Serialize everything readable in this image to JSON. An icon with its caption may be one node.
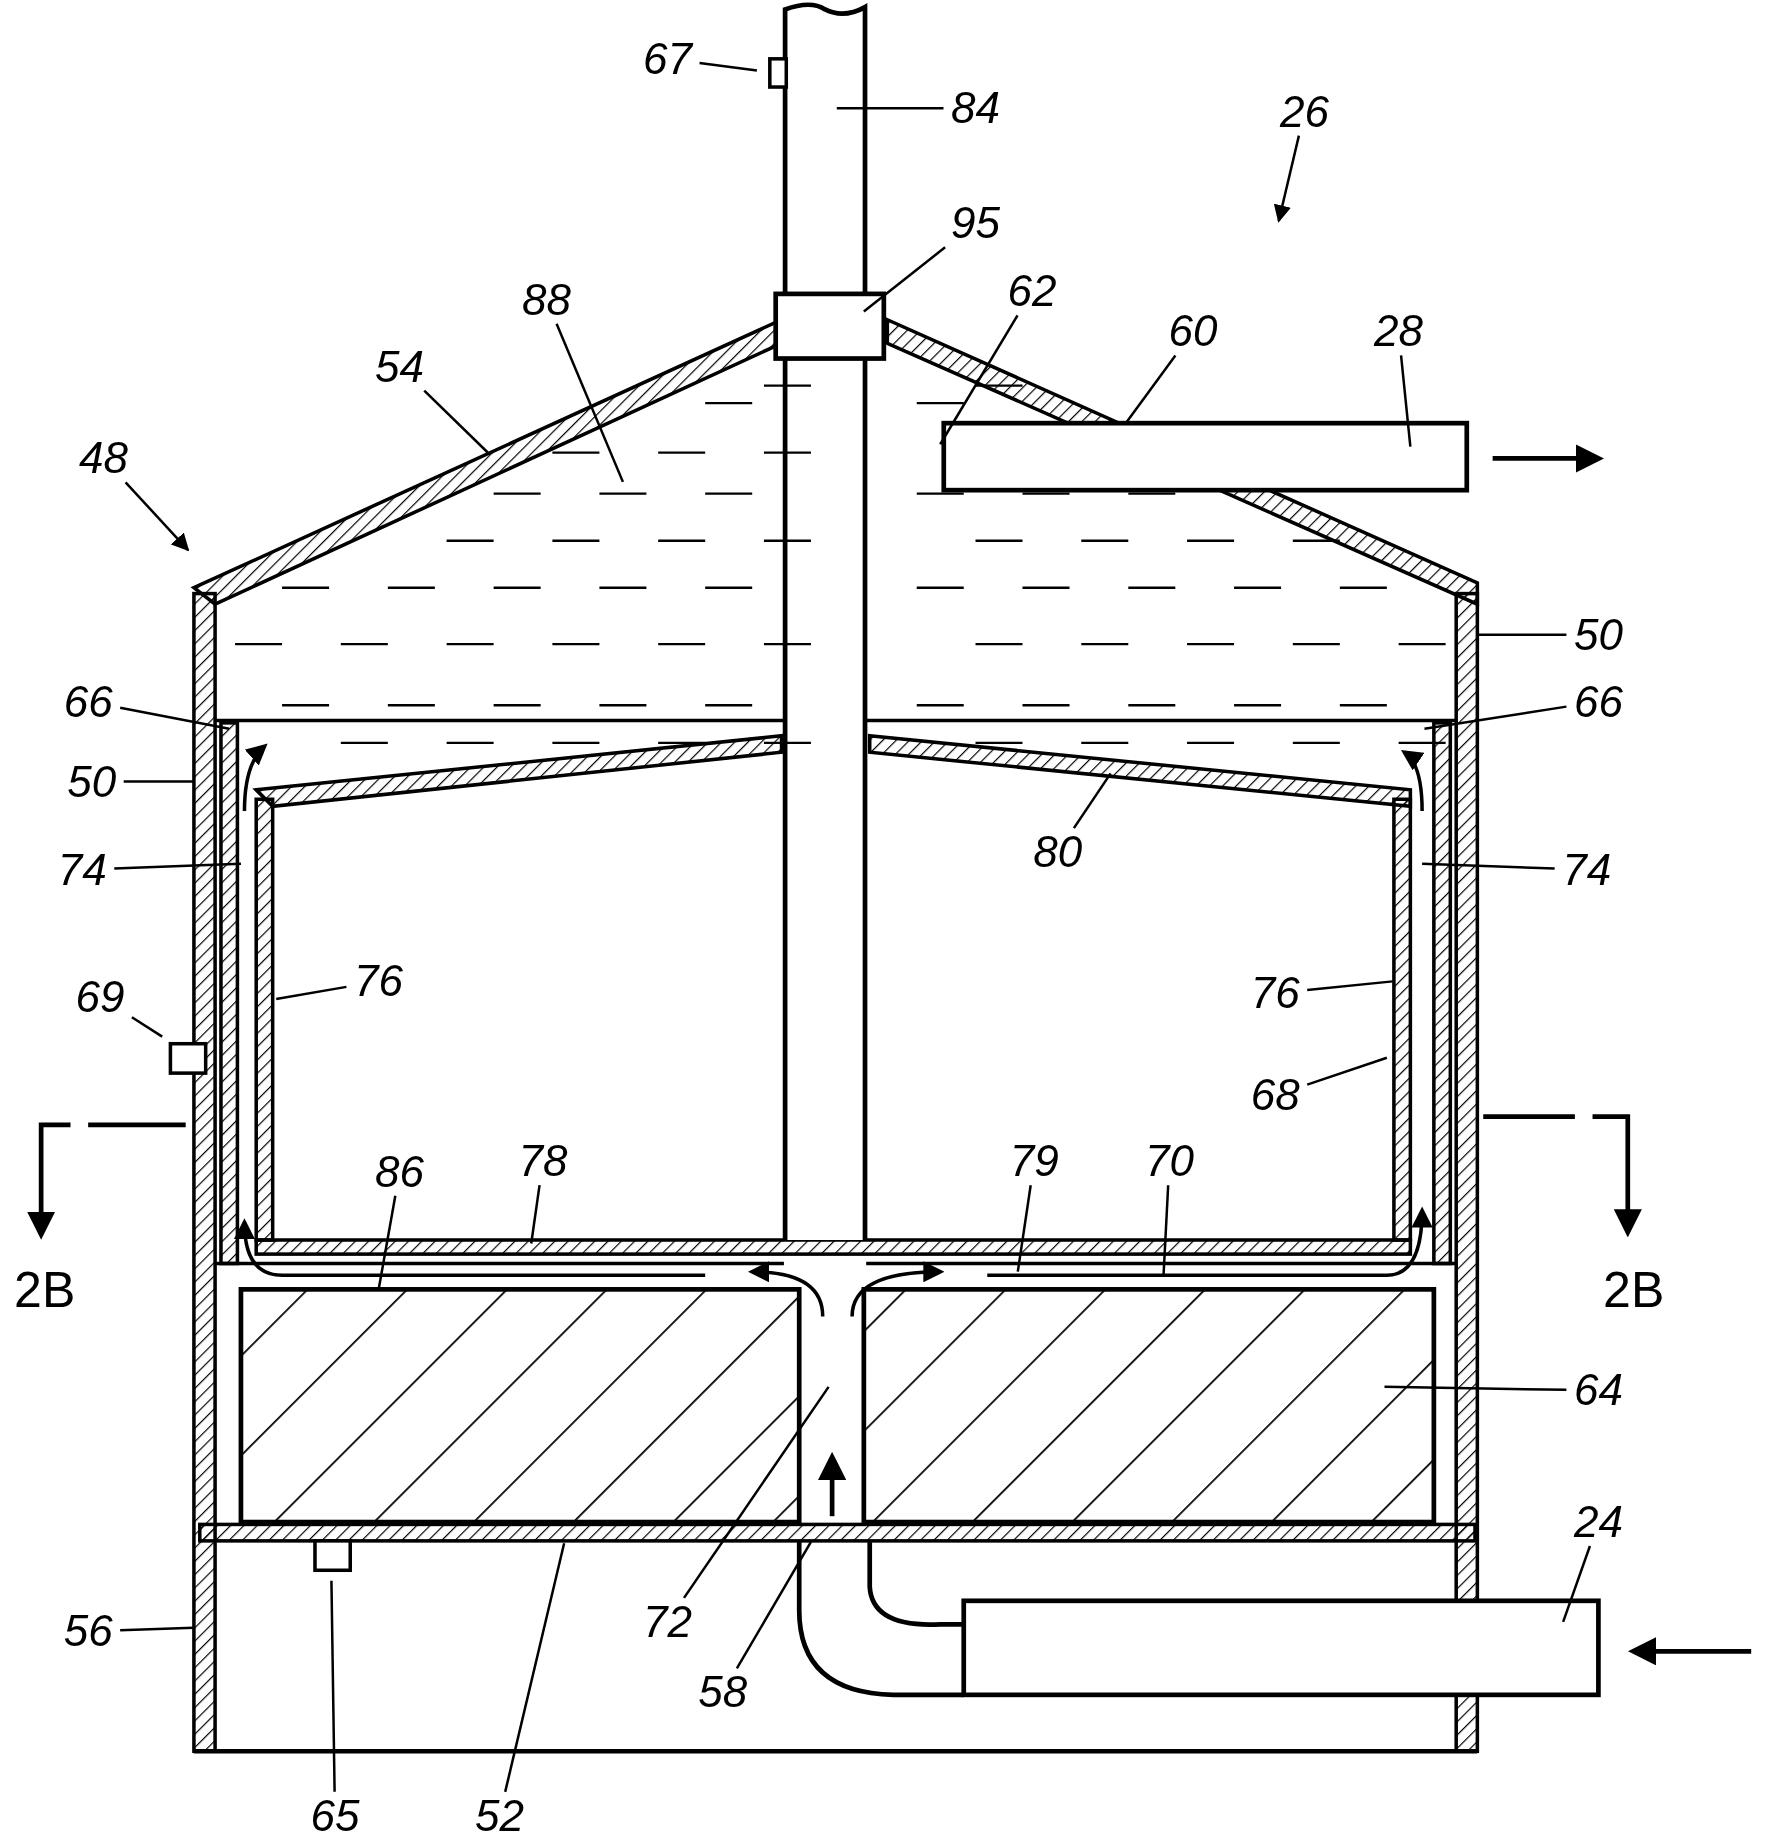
{
  "diagram": {
    "nodes": [
      {
        "text": [
          "67"
        ]
      },
      {
        "text": [
          "84"
        ]
      },
      {
        "text": [
          "26"
        ]
      },
      {
        "text": [
          "95"
        ]
      },
      {
        "text": [
          "88"
        ]
      },
      {
        "text": [
          "62"
        ]
      },
      {
        "text": [
          "60"
        ]
      },
      {
        "text": [
          "28"
        ]
      },
      {
        "text": [
          "54"
        ]
      },
      {
        "text": [
          "48"
        ]
      },
      {
        "text": [
          "50"
        ]
      },
      {
        "text": [
          "66"
        ]
      },
      {
        "text": [
          "66"
        ]
      },
      {
        "text": [
          "50"
        ]
      },
      {
        "text": [
          "74"
        ]
      },
      {
        "text": [
          "80"
        ]
      },
      {
        "text": [
          "74"
        ]
      },
      {
        "text": [
          "76"
        ]
      },
      {
        "text": [
          "76"
        ]
      },
      {
        "text": [
          "69"
        ]
      },
      {
        "text": [
          "68"
        ]
      },
      {
        "text": [
          "86"
        ]
      },
      {
        "text": [
          "78"
        ]
      },
      {
        "text": [
          "79"
        ]
      },
      {
        "text": [
          "70"
        ]
      },
      {
        "text": [
          "64"
        ]
      },
      {
        "text": [
          "24"
        ]
      },
      {
        "text": [
          "72"
        ]
      },
      {
        "text": [
          "56"
        ]
      },
      {
        "text": [
          "58"
        ]
      },
      {
        "text": [
          "65"
        ]
      },
      {
        "text": [
          "52"
        ]
      }
    ],
    "edges": [
      {
        "from": 0,
        "to": null,
        "arrow": "none"
      },
      {
        "from": 1,
        "to": null,
        "arrow": "none"
      },
      {
        "from": 2,
        "to": null,
        "arrow": "to"
      },
      {
        "from": 3,
        "to": null,
        "arrow": "none"
      },
      {
        "from": 4,
        "to": null,
        "arrow": "none"
      },
      {
        "from": 5,
        "to": null,
        "arrow": "none"
      },
      {
        "from": 6,
        "to": null,
        "arrow": "none"
      },
      {
        "from": 7,
        "to": null,
        "arrow": "none"
      },
      {
        "from": 8,
        "to": null,
        "arrow": "none"
      },
      {
        "from": 9,
        "to": null,
        "arrow": "to"
      },
      {
        "from": 10,
        "to": null,
        "arrow": "none"
      },
      {
        "from": 11,
        "to": null,
        "arrow": "none"
      },
      {
        "from": 12,
        "to": null,
        "arrow": "none"
      },
      {
        "from": 13,
        "to": null,
        "arrow": "none"
      },
      {
        "from": 14,
        "to": null,
        "arrow": "none"
      },
      {
        "from": 15,
        "to": null,
        "arrow": "none"
      },
      {
        "from": 16,
        "to": null,
        "arrow": "none"
      },
      {
        "from": 17,
        "to": null,
        "arrow": "none"
      },
      {
        "from": 18,
        "to": null,
        "arrow": "none"
      },
      {
        "from": 19,
        "to": null,
        "arrow": "none"
      },
      {
        "from": 20,
        "to": null,
        "arrow": "none"
      },
      {
        "from": 21,
        "to": null,
        "arrow": "none"
      },
      {
        "from": 22,
        "to": null,
        "arrow": "none"
      },
      {
        "from": 23,
        "to": null,
        "arrow": "none"
      },
      {
        "from": 24,
        "to": null,
        "arrow": "none"
      },
      {
        "from": 25,
        "to": null,
        "arrow": "none"
      },
      {
        "from": 26,
        "to": null,
        "arrow": "none"
      },
      {
        "from": 27,
        "to": null,
        "arrow": "none"
      },
      {
        "from": 28,
        "to": null,
        "arrow": "none"
      },
      {
        "from": 29,
        "to": null,
        "arrow": "none"
      },
      {
        "from": 30,
        "to": null,
        "arrow": "none"
      },
      {
        "from": 31,
        "to": null,
        "arrow": "none"
      }
    ],
    "labels": [
      "2B",
      "2B"
    ]
  }
}
